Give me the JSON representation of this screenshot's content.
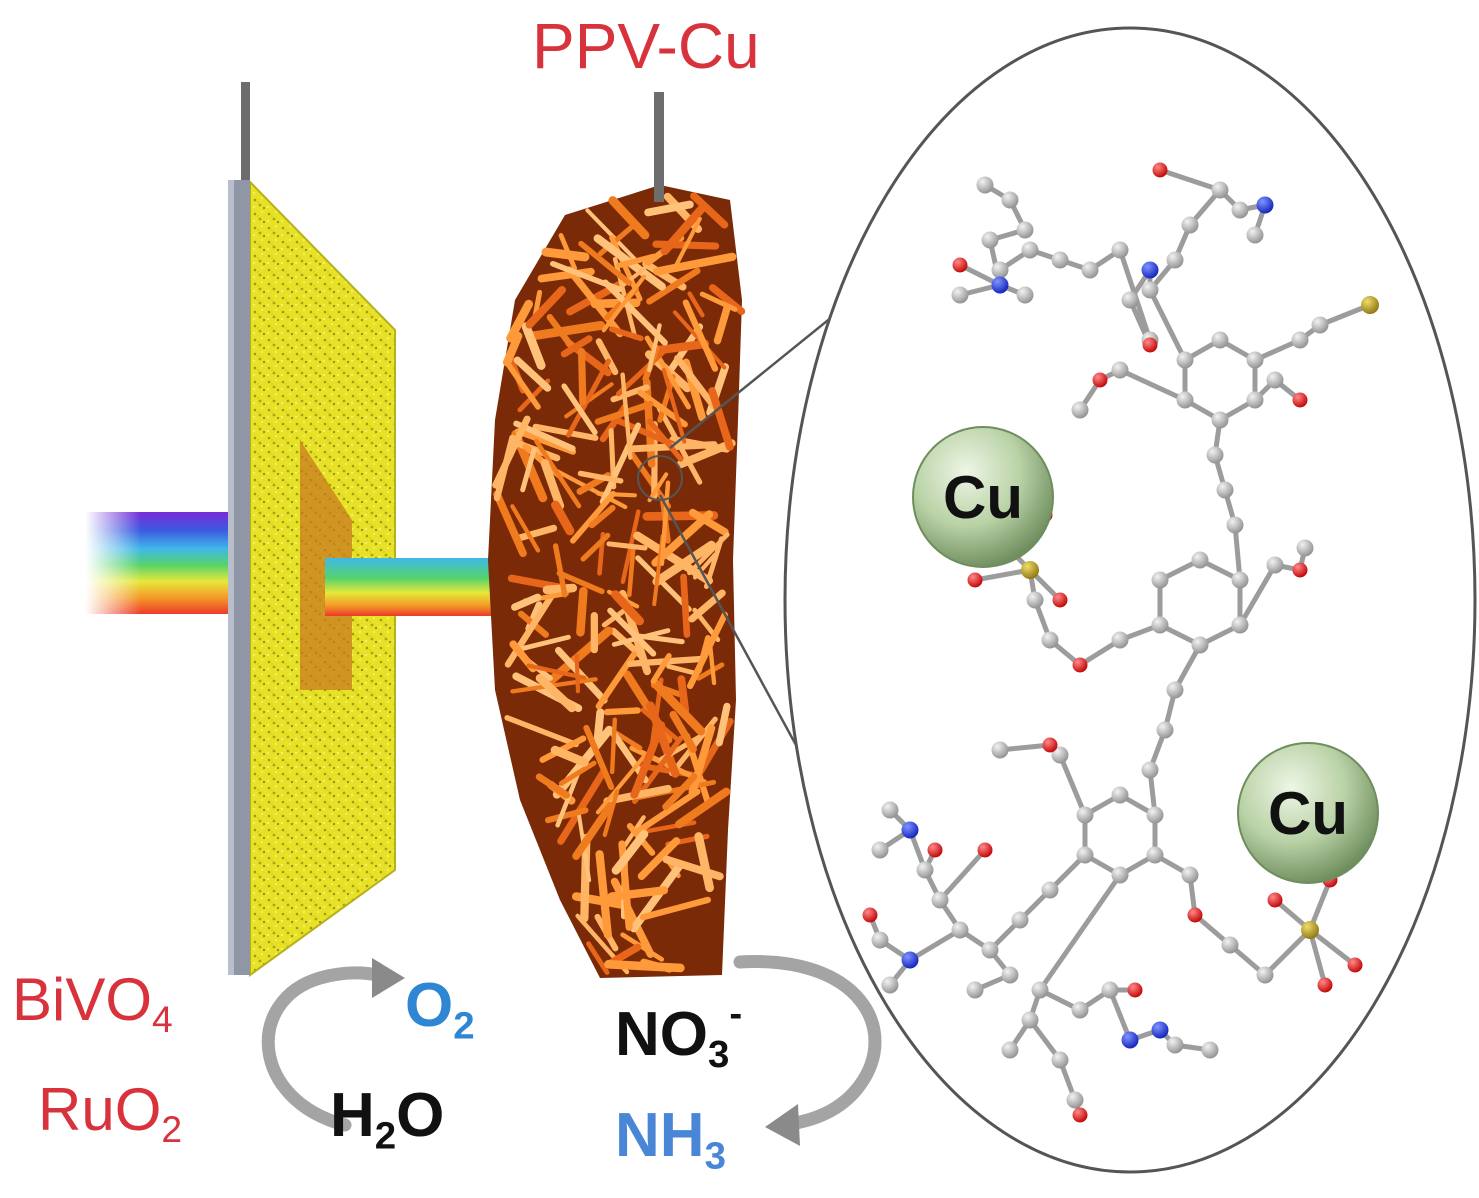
{
  "labels": {
    "cathode": "PPV-Cu",
    "anode_line1_main": "BiVO",
    "anode_line1_sub": "4",
    "anode_line2_main": "RuO",
    "anode_line2_sub": "2",
    "oxygen_main": "O",
    "oxygen_sub": "2",
    "water_h": "H",
    "water_sub": "2",
    "water_o": "O",
    "nitrate_main": "NO",
    "nitrate_sub": "3",
    "nitrate_sup": "-",
    "ammonia_main": "NH",
    "ammonia_sub": "3",
    "copper_1": "Cu",
    "copper_2": "Cu"
  },
  "colors": {
    "label_red": "#d8323c",
    "oxygen_blue": "#2f86d2",
    "ammonia_blue": "#4a86d6",
    "bivo4_yellow": "#e6e022",
    "ppv_orange": "#f07a1e",
    "copper_sphere": "#b9d2a6",
    "atom_carbon": "#b5b5b5",
    "atom_oxygen": "#e01818",
    "atom_nitrogen": "#1a3ad8",
    "atom_sulfur": "#b8a020"
  },
  "icons": [
    "electrode-wire",
    "light-beam",
    "cycle-arrow",
    "zoom-ellipse",
    "molecule-model"
  ]
}
